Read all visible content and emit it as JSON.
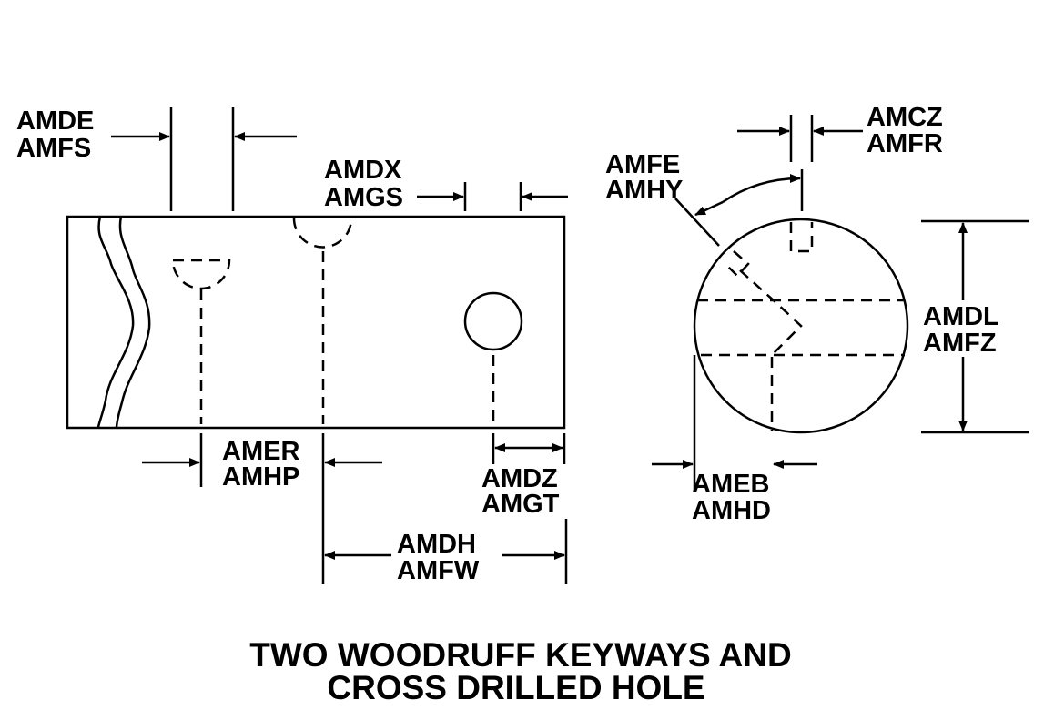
{
  "labels": {
    "amde": "AMDE",
    "amfs": "AMFS",
    "amdx": "AMDX",
    "amgs": "AMGS",
    "amer": "AMER",
    "amhp": "AMHP",
    "amdz": "AMDZ",
    "amgt": "AMGT",
    "amdh": "AMDH",
    "amfw": "AMFW",
    "amcz": "AMCZ",
    "amfr": "AMFR",
    "amfe": "AMFE",
    "amhy": "AMHY",
    "amdl": "AMDL",
    "amfz": "AMFZ",
    "ameb": "AMEB",
    "amhd": "AMHD"
  },
  "title": {
    "line1": "TWO WOODRUFF KEYWAYS AND",
    "line2": "CROSS DRILLED HOLE"
  }
}
